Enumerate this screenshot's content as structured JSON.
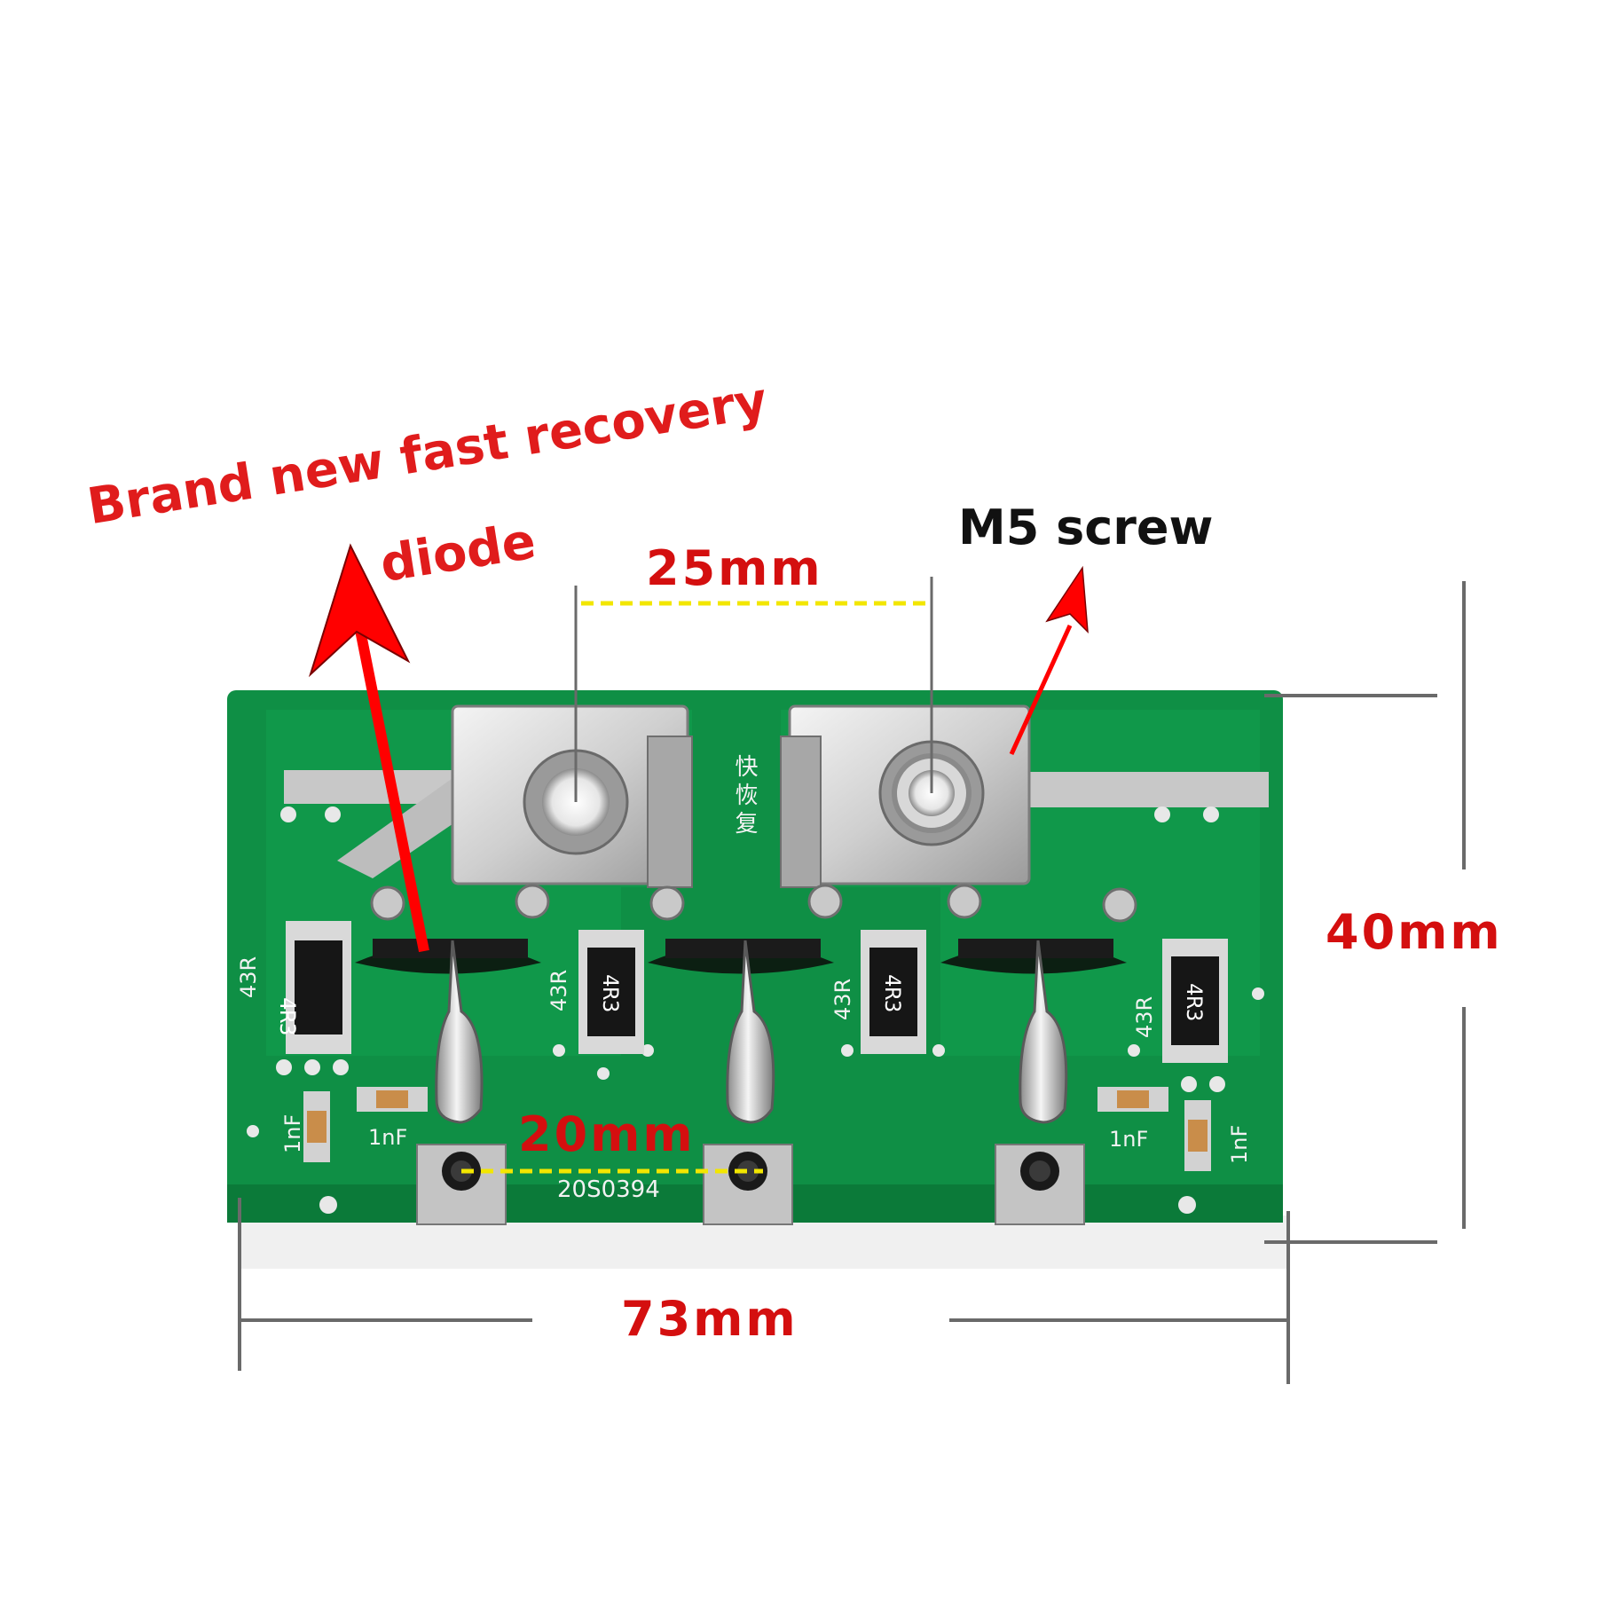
{
  "annotations": {
    "diode_callout_line1": "Brand new fast recovery",
    "diode_callout_line2": "diode",
    "screw_callout": "M5 screw",
    "dim_terminal_spacing": "25mm",
    "dim_pin_spacing": "20mm",
    "dim_height": "40mm",
    "dim_width": "73mm"
  },
  "board": {
    "part_number": "20S0394",
    "resistor_value_label": "43R",
    "resistor_marking": "4R3",
    "capacitor_label": "1nF",
    "chinese_label": "快恢复"
  },
  "colors": {
    "pcb": "#0f8f45",
    "annotation_red": "#e01c1c",
    "dimension_red": "#d40f0f",
    "guide_yellow": "#f2e600"
  }
}
